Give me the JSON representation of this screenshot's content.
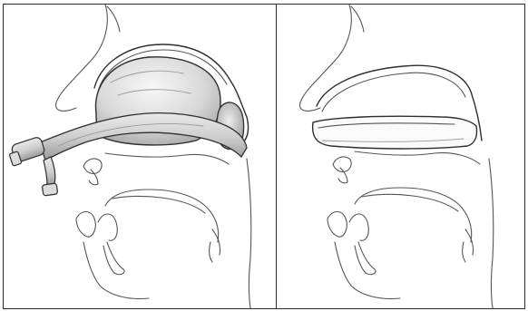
{
  "figure": {
    "panels": [
      {
        "id": "left",
        "content": "airway-device-inflated"
      },
      {
        "id": "right",
        "content": "airway-outline-only"
      }
    ],
    "colors": {
      "background": "#ffffff",
      "line": "#2e2e2e",
      "shading": "#bdbdbd",
      "frame": "#2b2b2b"
    }
  }
}
